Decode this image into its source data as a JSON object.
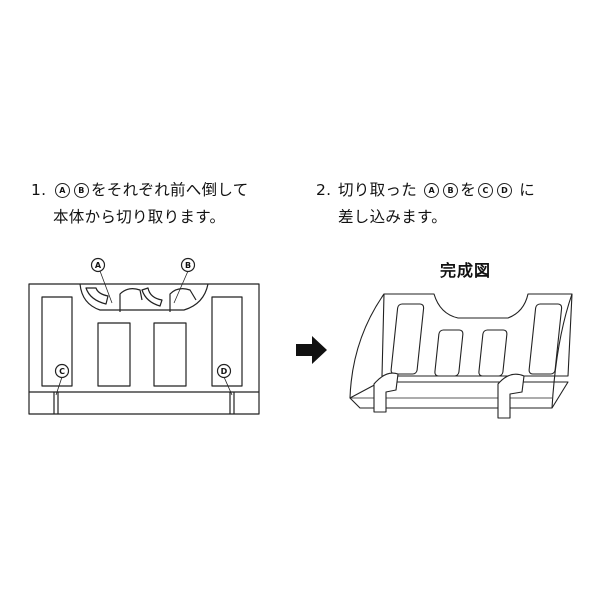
{
  "step1": {
    "num": "1.",
    "pre": "",
    "a": "A",
    "b": "B",
    "post": "をそれぞれ前へ倒して",
    "line2": "本体から切り取ります。"
  },
  "step2": {
    "num": "2.",
    "pre": "切り取った",
    "a": "A",
    "b": "B",
    "mid": "を",
    "c": "C",
    "d": "D",
    "post": "に",
    "line2": "差し込みます。"
  },
  "completed_title": "完成図",
  "diagram_labels": {
    "a": "A",
    "b": "B",
    "c": "C",
    "d": "D"
  }
}
